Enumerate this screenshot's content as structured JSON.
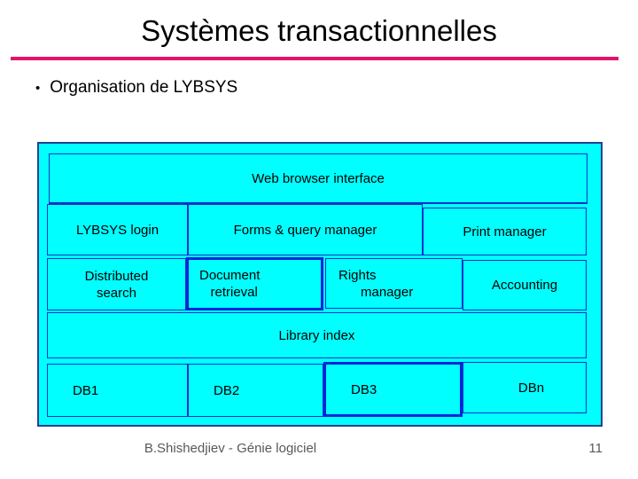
{
  "slide": {
    "title": "Systèmes transactionnelles",
    "bullet_marker": "•",
    "bullet_text": "Organisation de LYBSYS",
    "footer": "B.Shishedjiev - Génie logiciel",
    "page_number": "11"
  },
  "diagram": {
    "name": "LYBSYS organisation diagram",
    "colors": {
      "box_fill": "#00ffff",
      "box_border": "#0533c9",
      "box_border_thick": "#0026db",
      "outer_border": "#24408f",
      "title_underline": "#e2146b",
      "footer_text": "#595959"
    },
    "boxes": [
      {
        "id": "web-browser-interface",
        "label": "Web browser interface"
      },
      {
        "id": "lybsys-login",
        "label": "LYBSYS login"
      },
      {
        "id": "forms-query-manager",
        "label": "Forms & query manager"
      },
      {
        "id": "print-manager",
        "label": "Print manager"
      },
      {
        "id": "distributed-search",
        "label": "Distributed\nsearch"
      },
      {
        "id": "document-retrieval",
        "label": "Document\n   retrieval"
      },
      {
        "id": "rights-manager",
        "label": "Rights\n      manager"
      },
      {
        "id": "accounting",
        "label": "Accounting"
      },
      {
        "id": "library-index",
        "label": "Library index"
      },
      {
        "id": "db1",
        "label": "DB1"
      },
      {
        "id": "db2",
        "label": "DB2"
      },
      {
        "id": "db3",
        "label": "DB3"
      },
      {
        "id": "dbn",
        "label": "DBn"
      }
    ]
  }
}
